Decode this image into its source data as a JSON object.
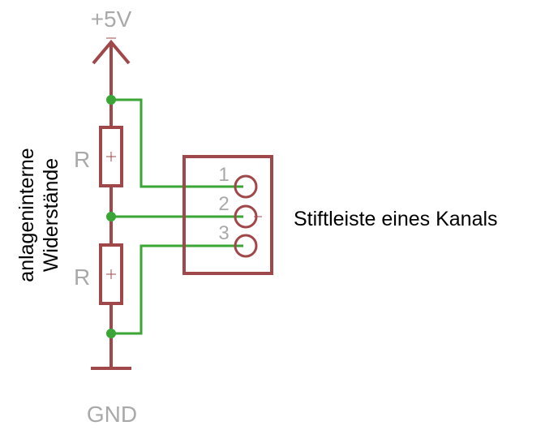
{
  "supply": {
    "label": "+5V"
  },
  "ground": {
    "label": "GND"
  },
  "resistors": [
    {
      "label": "R"
    },
    {
      "label": "R"
    }
  ],
  "header": {
    "caption": "Stiftleiste eines Kanals",
    "pins": [
      {
        "number": "1"
      },
      {
        "number": "2"
      },
      {
        "number": "3"
      }
    ]
  },
  "side_note": {
    "line1": "anlageninterne",
    "line2": "Widerstände"
  },
  "colors": {
    "wire": "#3aa635",
    "part": "#a0474a",
    "label_gray": "#a9a9a9",
    "text_black": "#000000"
  }
}
